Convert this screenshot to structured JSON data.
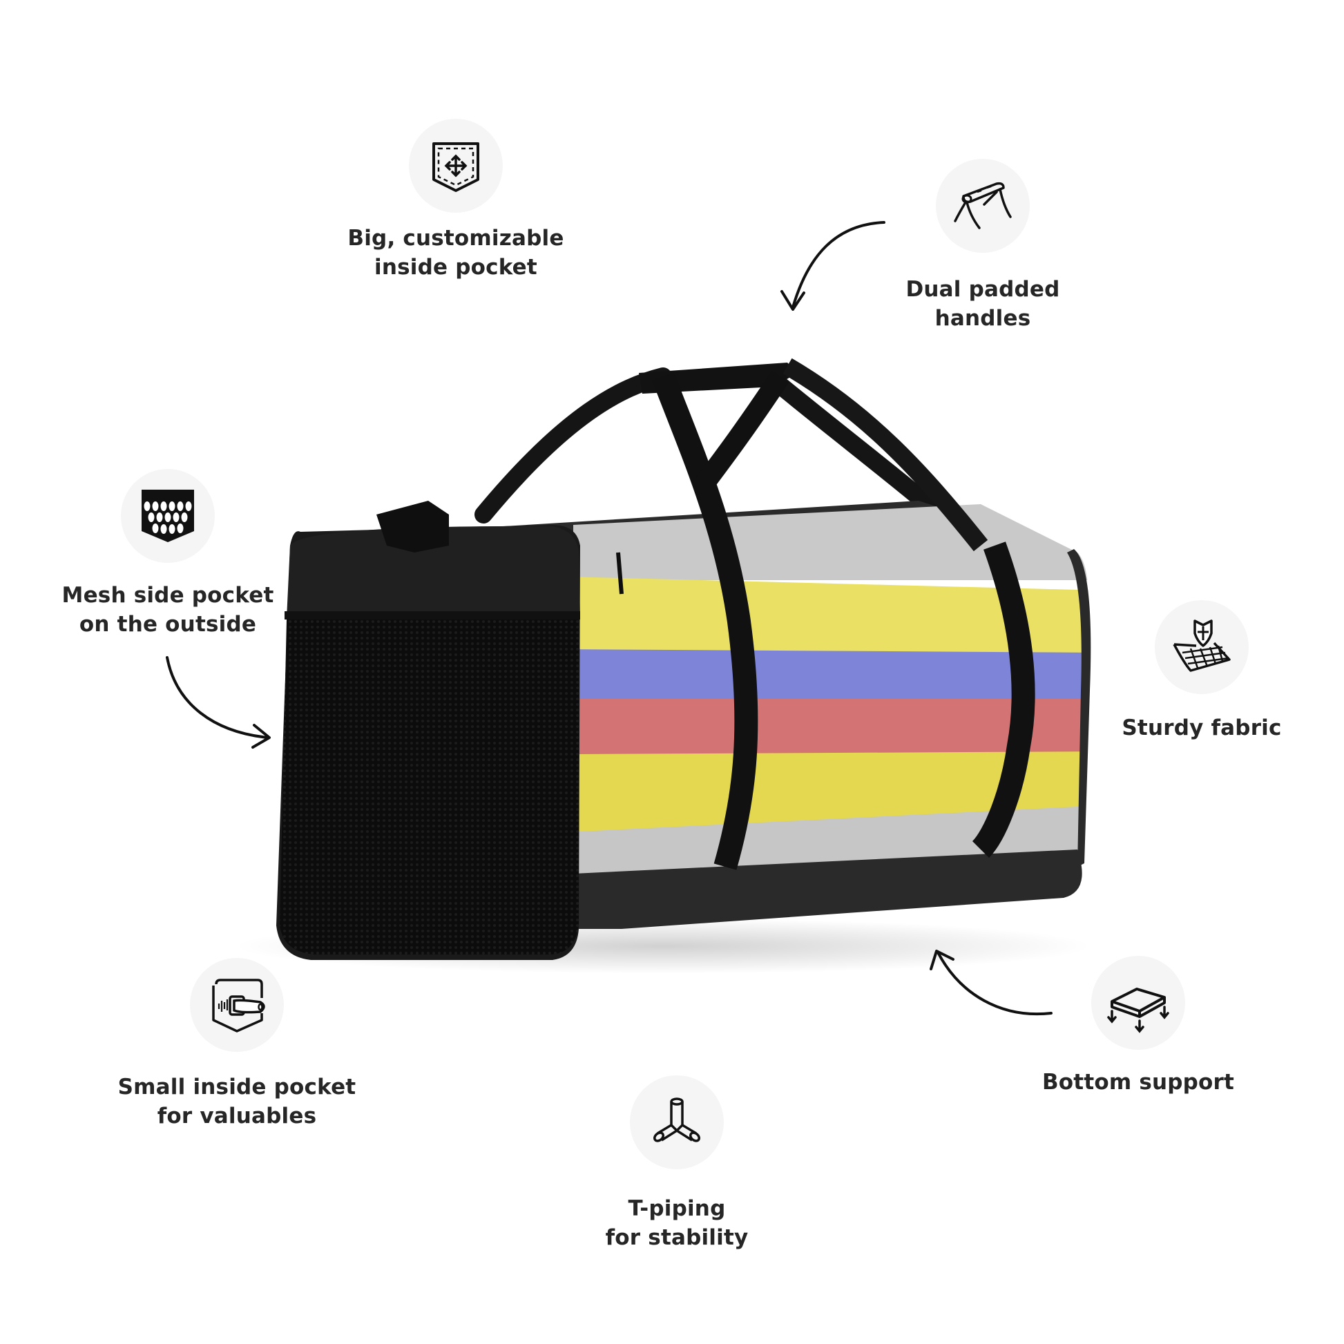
{
  "product": {
    "type": "duffle bag",
    "stripe_colors": [
      "#c8c8c8",
      "#e8e060",
      "#7e85d9",
      "#d27474",
      "#e4d850",
      "#c4c4c4"
    ],
    "body_color": "#1e1e1e"
  },
  "features": [
    {
      "id": "inside-pocket",
      "icon": "pocket-arrows-icon",
      "lines": [
        "Big, customizable",
        "inside pocket"
      ]
    },
    {
      "id": "handles",
      "icon": "padded-handle-icon",
      "lines": [
        "Dual padded",
        "handles"
      ]
    },
    {
      "id": "mesh-pocket",
      "icon": "mesh-pocket-icon",
      "lines": [
        "Mesh side pocket",
        "on the outside"
      ]
    },
    {
      "id": "fabric",
      "icon": "shield-fabric-icon",
      "lines": [
        "Sturdy fabric"
      ]
    },
    {
      "id": "small-pocket",
      "icon": "zipper-pocket-icon",
      "lines": [
        "Small inside pocket",
        "for valuables"
      ]
    },
    {
      "id": "bottom",
      "icon": "bottom-support-icon",
      "lines": [
        "Bottom support"
      ]
    },
    {
      "id": "t-piping",
      "icon": "t-piping-icon",
      "lines": [
        "T-piping",
        "for stability"
      ]
    }
  ]
}
